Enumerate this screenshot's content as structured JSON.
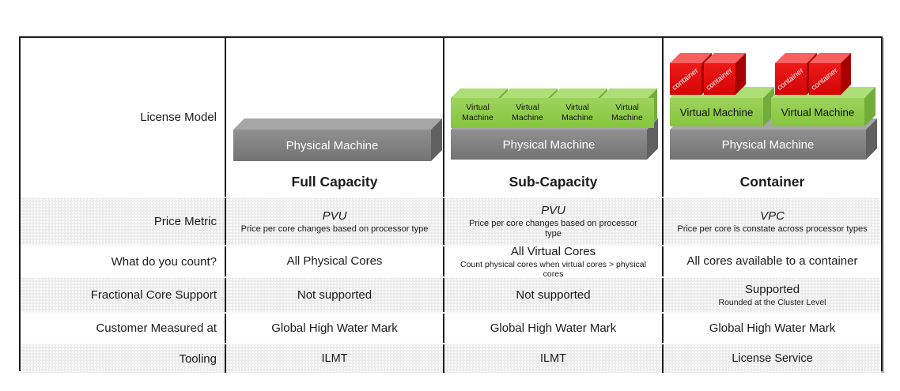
{
  "row_labels": {
    "license": "License Model",
    "price": "Price Metric",
    "count": "What do you count?",
    "fractional": "Fractional Core Support",
    "measured": "Customer Measured at",
    "tooling": "Tooling"
  },
  "columns": [
    {
      "id": "full-capacity",
      "caption": "Full Capacity",
      "diagram": {
        "physical": "Physical Machine"
      },
      "price": {
        "main": "PVU",
        "sub": "Price per core changes based on processor type"
      },
      "count": {
        "main": "All Physical Cores"
      },
      "fractional": {
        "main": "Not supported"
      },
      "measured": "Global High Water Mark",
      "tooling": "ILMT"
    },
    {
      "id": "sub-capacity",
      "caption": "Sub-Capacity",
      "diagram": {
        "physical": "Physical Machine",
        "vm": "Virtual Machine",
        "vm_count": 4
      },
      "price": {
        "main": "PVU",
        "sub": "Price per core changes based on processor type"
      },
      "count": {
        "main": "All Virtual Cores",
        "sub": "Count physical cores when virtual cores > physical cores"
      },
      "fractional": {
        "main": "Not supported"
      },
      "measured": "Global High Water Mark",
      "tooling": "ILMT"
    },
    {
      "id": "container",
      "caption": "Container",
      "diagram": {
        "physical": "Physical Machine",
        "vm": "Virtual Machine",
        "vm_count": 2,
        "container": "container",
        "container_count": 4
      },
      "price": {
        "main": "VPC",
        "sub": "Price per core is constate across processor types"
      },
      "count": {
        "main": "All cores available to a container"
      },
      "fractional": {
        "main": "Supported",
        "sub": "Rounded at the Cluster Level"
      },
      "measured": "Global High Water Mark",
      "tooling": "License Service"
    }
  ],
  "colors": {
    "vm_green": "#92d050",
    "container_red": "#e01010",
    "physical_gray": "#7f7f7f",
    "row_shade": "#ececec",
    "table_border": "#1c1c1c"
  }
}
